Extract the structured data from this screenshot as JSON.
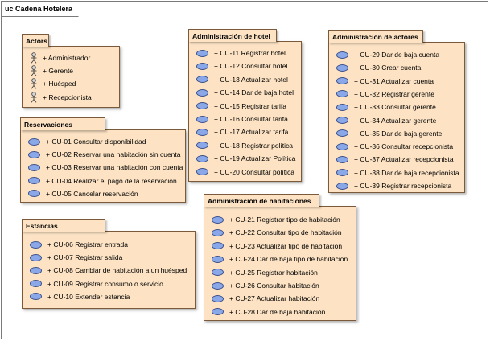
{
  "diagram_title": "uc Cadena Hotelera",
  "colors": {
    "package_fill": "#fde3c4",
    "package_border": "#7a5a3a",
    "usecase_fill": "#8aa7e8"
  },
  "packages": [
    {
      "title": "Actors",
      "kind": "actors",
      "items": [
        "+ Administrador",
        "+ Gerente",
        "+ Huésped",
        "+ Recepcionista"
      ]
    },
    {
      "title": "Reservaciones",
      "kind": "usecases",
      "items": [
        "+ CU-01 Consultar disponibilidad",
        "+ CU-02 Reservar una habitación sin cuenta",
        "+ CU-03 Reservar una habitación con cuenta",
        "+ CU-04 Realizar el pago de la reservación",
        "+ CU-05 Cancelar reservación"
      ]
    },
    {
      "title": "Estancias",
      "kind": "usecases",
      "items": [
        "+ CU-06 Registrar entrada",
        "+ CU-07 Registrar salida",
        "+ CU-08 Cambiar de habitación a un huésped",
        "+ CU-09 Registrar consumo o servicio",
        "+ CU-10 Extender estancia"
      ]
    },
    {
      "title": "Administración de hotel",
      "kind": "usecases",
      "items": [
        "+ CU-11 Registrar hotel",
        "+ CU-12 Consultar hotel",
        "+ CU-13 Actualizar hotel",
        "+ CU-14 Dar de baja hotel",
        "+ CU-15 Registrar tarifa",
        "+ CU-16 Consultar tarifa",
        "+ CU-17 Actualizar tarifa",
        "+ CU-18 Registrar política",
        "+ CU-19 Actualizar Política",
        "+ CU-20 Consultar política"
      ]
    },
    {
      "title": "Administración de habitaciones",
      "kind": "usecases",
      "items": [
        "+ CU-21 Registrar tipo de habitación",
        "+ CU-22 Consultar tipo de habitación",
        "+ CU-23 Actualizar tipo de habitación",
        "+ CU-24 Dar de baja tipo de habitación",
        "+ CU-25 Registrar habitación",
        "+ CU-26 Consultar habitación",
        "+ CU-27 Actualizar habitación",
        "+ CU-28 Dar de baja habitación"
      ]
    },
    {
      "title": "Administración de actores",
      "kind": "usecases",
      "items": [
        "+ CU-29 Dar de baja cuenta",
        "+ CU-30 Crear cuenta",
        "+ CU-31 Actualizar cuenta",
        "+ CU-32 Registrar gerente",
        "+ CU-33 Consultar gerente",
        "+ CU-34 Actualizar gerente",
        "+ CU-35 Dar de baja gerente",
        "+ CU-36 Consultar recepcionista",
        "+ CU-37 Actualizar recepcionista",
        "+ CU-38 Dar de baja recepcionista",
        "+ CU-39 Registrar recepcionista"
      ]
    }
  ]
}
